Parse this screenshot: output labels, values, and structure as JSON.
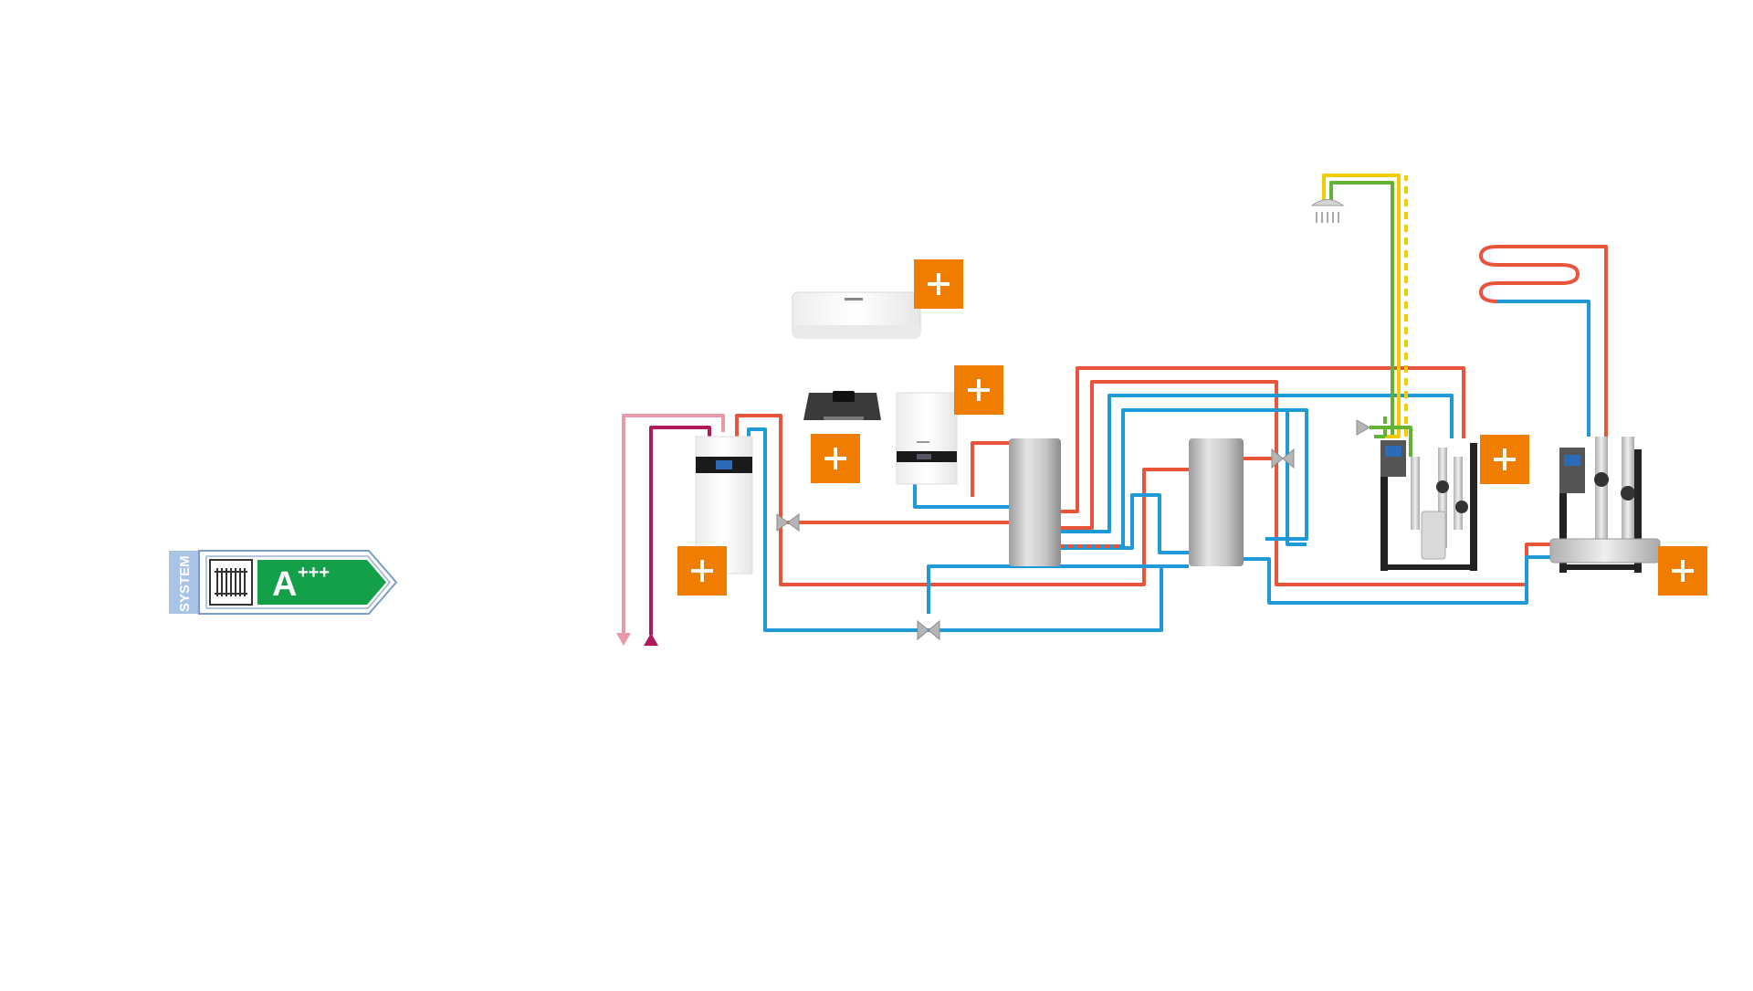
{
  "colors": {
    "accent": "#ef7d00",
    "hot_pipe": "#e8553b",
    "cold_pipe": "#1f9ad6",
    "drinking_water": "#f0cc00",
    "green_pipe": "#62b233",
    "source_in": "#b0195a",
    "source_out": "#e89aab",
    "energy_green": "#13a049",
    "system_blue": "#a8c3e4"
  },
  "energy_label": {
    "side_text": "SYSTEM",
    "grade": "A",
    "grade_suffix": "+++",
    "icon": "radiator-icon"
  },
  "components": [
    {
      "name": "air-conditioner",
      "icon": "air-conditioner-icon",
      "interactable": true
    },
    {
      "name": "controller-base",
      "icon": "controller-icon",
      "interactable": true
    },
    {
      "name": "gas-boiler",
      "icon": "wall-boiler-icon",
      "interactable": true
    },
    {
      "name": "heat-pump-indoor-unit",
      "icon": "heat-pump-icon",
      "interactable": true
    },
    {
      "name": "buffer-tank",
      "icon": "tank-icon",
      "interactable": false
    },
    {
      "name": "dhw-tank",
      "icon": "tank-icon",
      "interactable": false
    },
    {
      "name": "fresh-water-station",
      "icon": "station-icon",
      "interactable": true
    },
    {
      "name": "heating-circuit-station",
      "icon": "station-icon",
      "interactable": true
    },
    {
      "name": "shower",
      "icon": "shower-icon",
      "interactable": false
    },
    {
      "name": "underfloor-heating",
      "icon": "floor-heating-icon",
      "interactable": false
    }
  ],
  "plus_buttons": [
    {
      "name": "air-conditioner-plus-button",
      "icon": "plus-icon"
    },
    {
      "name": "controller-plus-button",
      "icon": "plus-icon"
    },
    {
      "name": "boiler-plus-button",
      "icon": "plus-icon"
    },
    {
      "name": "heat-pump-plus-button",
      "icon": "plus-icon"
    },
    {
      "name": "fresh-water-station-plus-button",
      "icon": "plus-icon"
    },
    {
      "name": "heating-station-plus-button",
      "icon": "plus-icon"
    }
  ]
}
